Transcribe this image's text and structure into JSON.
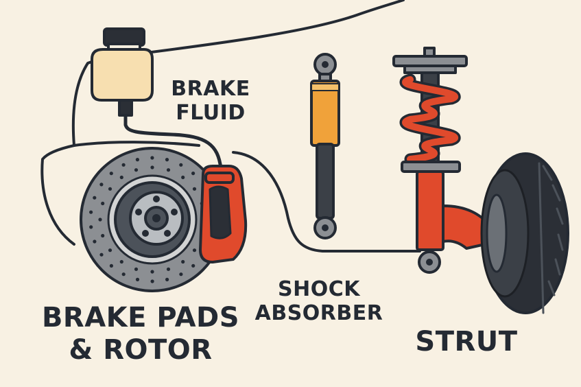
{
  "labels": {
    "brake_fluid": [
      "BRAKE",
      "FLUID"
    ],
    "shock_absorber": [
      "SHOCK",
      "ABSORBER"
    ],
    "brake_pads_rotor": [
      "BRAKE PADS",
      "& ROTOR"
    ],
    "strut": [
      "STRUT"
    ]
  },
  "components": [
    "brake-fluid-reservoir",
    "brake-rotor",
    "brake-caliper",
    "shock-absorber",
    "coil-spring",
    "strut",
    "tire"
  ],
  "colors": {
    "background": "#f8f1e3",
    "outline": "#242a33",
    "accent_red": "#e04a2c",
    "shock_orange": "#f0a23a",
    "rotor_gray": "#8c8f93",
    "fluid": "#f7dfb0",
    "tire": "#2b2f36"
  }
}
